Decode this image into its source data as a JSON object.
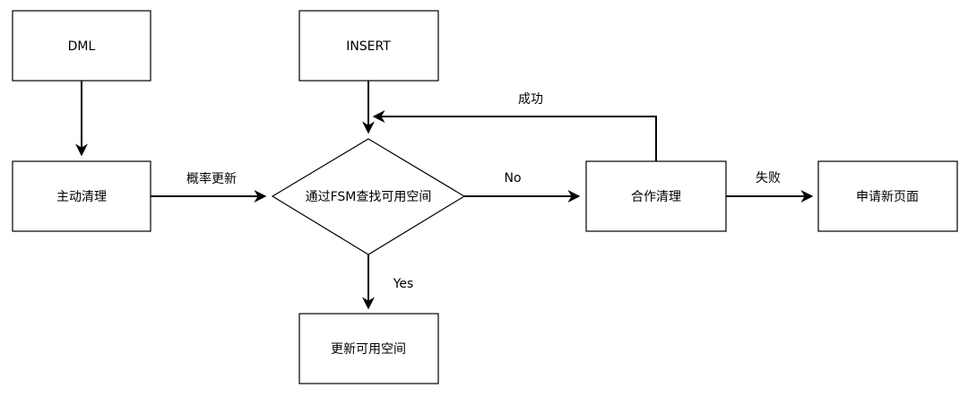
{
  "nodes": {
    "dml": "DML",
    "insert": "INSERT",
    "active_cleanup": "主动清理",
    "decision": "通过FSM查找可用空间",
    "coop_cleanup": "合作清理",
    "new_page": "申请新页面",
    "update_space": "更新可用空间"
  },
  "edge_labels": {
    "probabilistic_update": "概率更新",
    "no": "No",
    "yes": "Yes",
    "success": "成功",
    "failure": "失败"
  },
  "colors": {
    "stroke": "#000000",
    "fill": "#ffffff"
  }
}
